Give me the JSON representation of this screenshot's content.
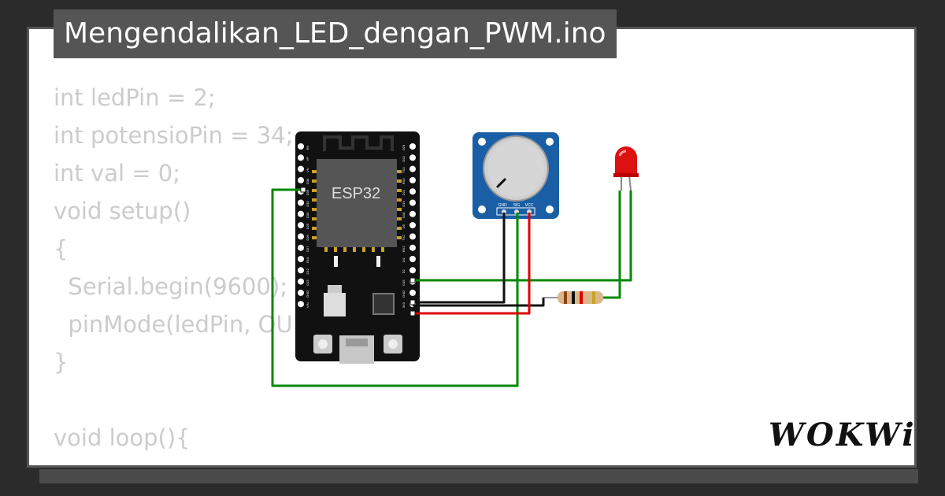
{
  "header": {
    "filename": "Mengendalikan_LED_dengan_PWM.ino"
  },
  "code_preview": {
    "lines": [
      "int ledPin = 2;",
      "int potensioPin = 34;",
      "int val = 0;",
      "void setup()",
      "{",
      "  Serial.begin(9600);",
      "  pinMode(ledPin, OU",
      "}",
      "",
      "void loop(){"
    ]
  },
  "diagram": {
    "esp32_label": "ESP32",
    "pot_pins": [
      "GND",
      "SIG",
      "VCC"
    ],
    "esp_left_pins": [
      "EN",
      "VP",
      "VN",
      "D34",
      "D35",
      "D32",
      "D33",
      "D25",
      "D26",
      "D27",
      "D14",
      "D12",
      "D13",
      "GND",
      "VIN"
    ],
    "esp_right_pins": [
      "D23",
      "D22",
      "TX0",
      "RX0",
      "D21",
      "D19",
      "D18",
      "D5",
      "TX2",
      "RX2",
      "D4",
      "D2",
      "D15",
      "GND",
      "3V3"
    ],
    "wire_colors": {
      "signal": "#008800",
      "ground": "#000000",
      "power": "#dd0000"
    }
  },
  "brand": {
    "logo_text": "WOKWi"
  }
}
